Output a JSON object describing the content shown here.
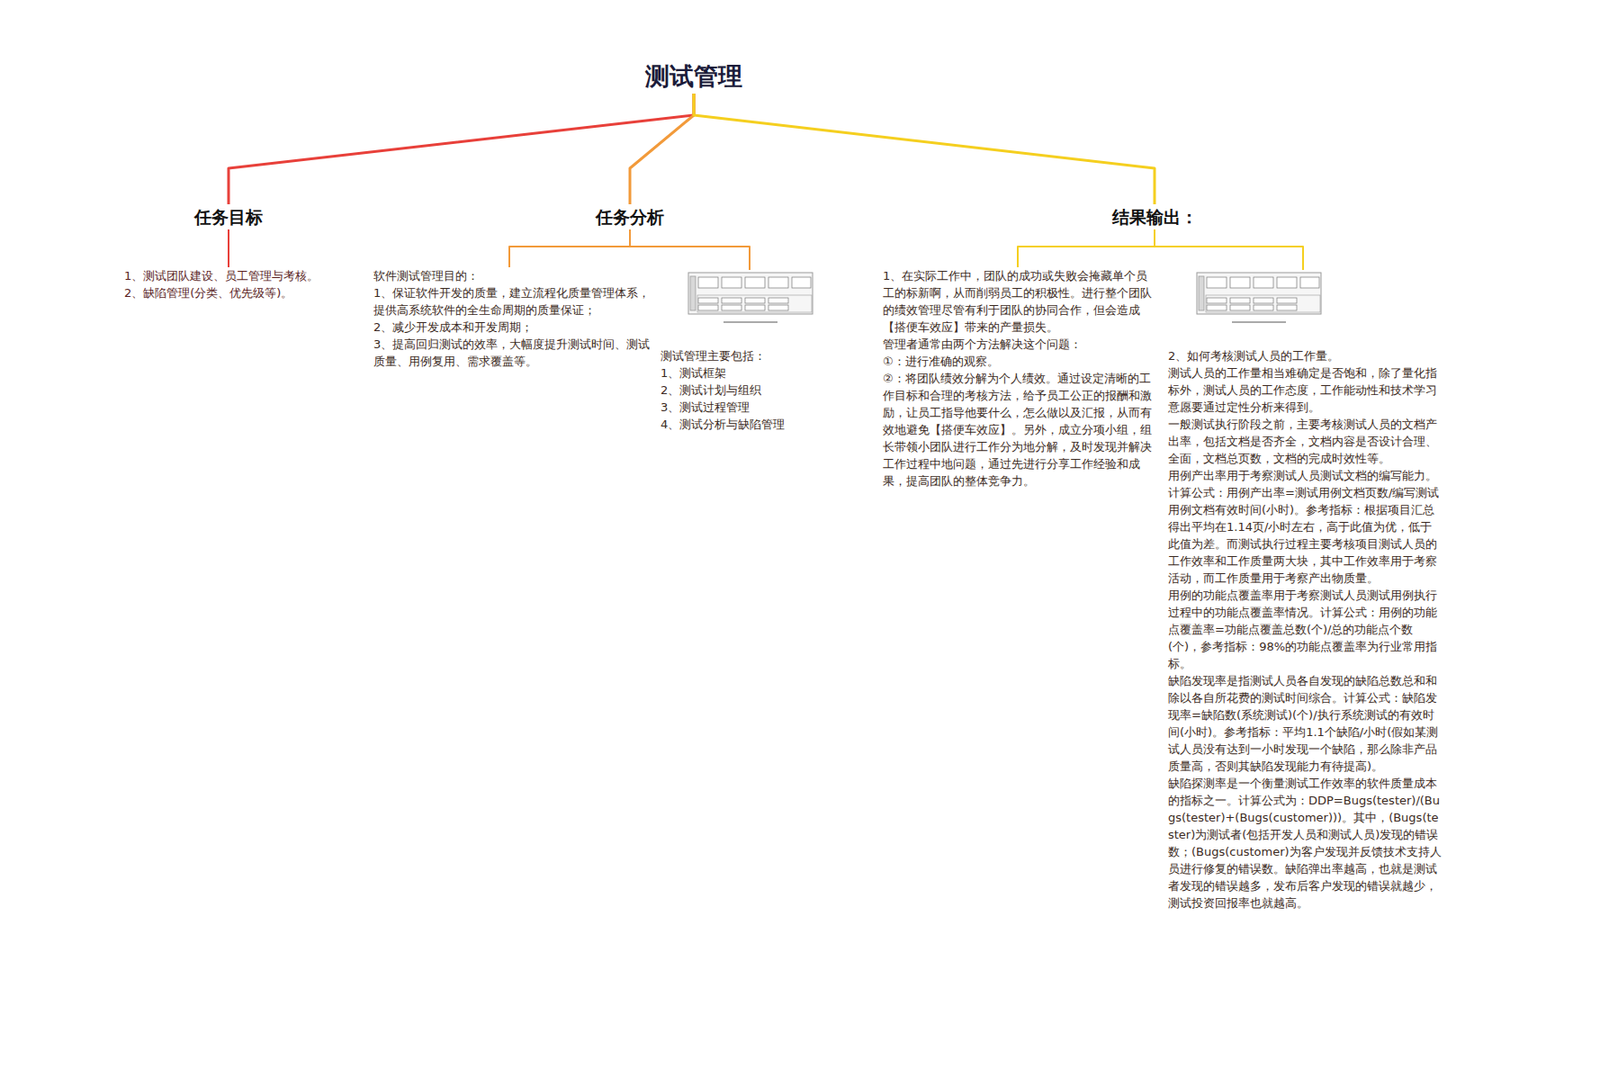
{
  "diagram": {
    "nodes": [
      {
        "text": [
          "测试管理"
        ]
      },
      {
        "text": [
          "任务目标"
        ]
      },
      {
        "text": [
          "任务分析"
        ]
      },
      {
        "text": [
          "结果输出："
        ]
      },
      {
        "text": [
          "1、测试团队建设、员工管理与考核。",
          "2、缺陷管理(分类、优先级等)。"
        ]
      },
      {
        "text": [
          "软件测试管理目的：",
          "1、保证软件开发的质量，建立流程化质量管理体系，提供高系统软件的全生命周期的质量保证；",
          "2、减少开发成本和开发周期；",
          "3、提高回归测试的效率，大幅度提升测试时间、测试质量、用例复用、需求覆盖等。"
        ]
      },
      {
        "text": [
          "测试管理主要包括：",
          "1、测试框架",
          "2、测试计划与组织",
          "3、测试过程管理",
          "4、测试分析与缺陷管理"
        ]
      },
      {
        "text": [
          "1、在实际工作中，团队的成功或失败会掩藏单个员工的标新啊，从而削弱员工的积极性。进行整个团队的绩效管理尽管有利于团队的协同合作，但会造成【搭便车效应】带来的产量损失。",
          "管理者通常由两个方法解决这个问题：",
          "①：进行准确的观察。",
          "②：将团队绩效分解为个人绩效。通过设定清晰的工作目标和合理的考核方法，给予员工公正的报酬和激励，让员工指导他要什么，怎么做以及汇报，从而有效地避免【搭便车效应】。另外，成立分项小组，组长带领小团队进行工作分为地分解，及时发现并解决工作过程中地问题，通过先进行分享工作经验和成果，提高团队的整体竞争力。"
        ]
      },
      {
        "text": [
          "2、如何考核测试人员的工作量。",
          "测试人员的工作量相当难确定是否饱和，除了量化指标外，测试人员的工作态度，工作能动性和技术学习意愿要通过定性分析来得到。",
          "一般测试执行阶段之前，主要考核测试人员的文档产出率，包括文档是否齐全，文档内容是否设计合理、全面，文档总页数，文档的完成时效性等。",
          "用例产出率用于考察测试人员测试文档的编写能力。计算公式：用例产出率=测试用例文档页数/编写测试用例文档有效时间(小时)。参考指标：根据项目汇总得出平均在1.14页/小时左右，高于此值为优，低于此值为差。而测试执行过程主要考核项目测试人员的工作效率和工作质量两大块，其中工作效率用于考察活动，而工作质量用于考察产出物质量。",
          "用例的功能点覆盖率用于考察测试人员测试用例执行过程中的功能点覆盖率情况。计算公式：用例的功能点覆盖率=功能点覆盖总数(个)/总的功能点个数(个)，参考指标：98%的功能点覆盖率为行业常用指标。",
          "缺陷发现率是指测试人员各自发现的缺陷总数总和和除以各自所花费的测试时间综合。计算公式：缺陷发现率=缺陷数(系统测试)(个)/执行系统测试的有效时间(小时)。参考指标：平均1.1个缺陷/小时(假如某测试人员没有达到一小时发现一个缺陷，那么除非产品质量高，否则其缺陷发现能力有待提高)。",
          "缺陷探测率是一个衡量测试工作效率的软件质量成本的指标之一。计算公式为：DDP=Bugs(tester)/(Bugs(tester)+(Bugs(customer)))。其中，(Bugs(tester)为测试者(包括开发人员和测试人员)发现的错误数；(Bugs(customer)为客户发现并反馈技术支持人员进行修复的错误数。缺陷弹出率越高，也就是测试者发现的错误越多，发布后客户发现的错误就越少，测试投资回报率也就越高。"
        ]
      }
    ],
    "edges": [
      {
        "from": 0,
        "to": 1,
        "arrow": "none"
      },
      {
        "from": 0,
        "to": 2,
        "arrow": "none"
      },
      {
        "from": 0,
        "to": 3,
        "arrow": "none"
      },
      {
        "from": 1,
        "to": 4,
        "arrow": "none"
      },
      {
        "from": 2,
        "to": 5,
        "arrow": "none"
      },
      {
        "from": 2,
        "to": 6,
        "arrow": "none"
      },
      {
        "from": 3,
        "to": 7,
        "arrow": "none"
      },
      {
        "from": 3,
        "to": 8,
        "arrow": "none"
      }
    ]
  }
}
